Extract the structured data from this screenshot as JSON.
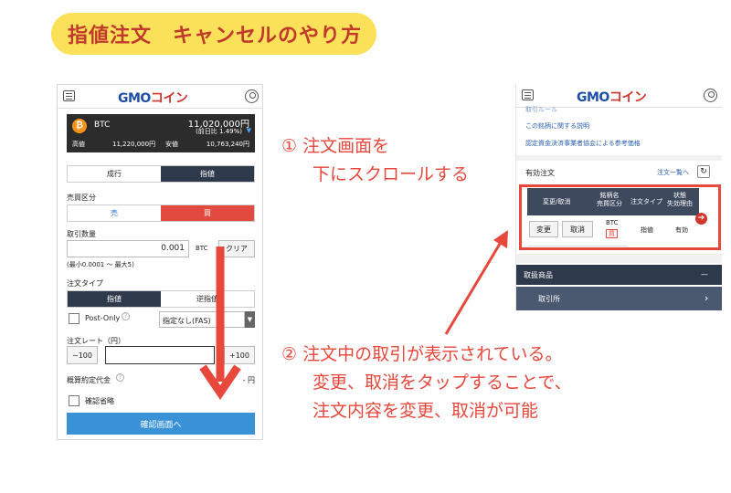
{
  "title": "指値注文　キャンセルのやり方",
  "left_phone": {
    "logo": "GMOコイン",
    "ticker": {
      "symbol": "BTC",
      "price": "11,020,000円",
      "change": "(前日比 1.49%)",
      "high_label": "高値",
      "high_value": "11,220,000円",
      "low_label": "安値",
      "low_value": "10,763,240円"
    },
    "order_type_tabs": [
      "成行",
      "指値"
    ],
    "side_label": "売買区分",
    "side_tabs": [
      "売",
      "買"
    ],
    "quantity_label": "取引数量",
    "quantity_value": "0.001",
    "quantity_unit": "BTC",
    "clear_label": "クリア",
    "quantity_hint": "(最小0.0001 ～ 最大5)",
    "order_kind_label": "注文タイプ",
    "order_kind_tabs": [
      "指値",
      "逆指値"
    ],
    "post_only_label": "Post-Only",
    "help_glyph": "?",
    "time_in_force_value": "指定なし(FAS)",
    "rate_label": "注文レート（円）",
    "rate_minus": "−100",
    "rate_plus": "+100",
    "margin_label": "概算約定代金",
    "margin_value": "- 円",
    "confirm_skip_label": "確認省略",
    "confirm_button": "確認画面へ"
  },
  "right_phone": {
    "logo": "GMOコイン",
    "cutoff_link": "取引ルール",
    "links": [
      "この銘柄に関する説明",
      "認定資金決済事業者協会による参考価格"
    ],
    "orders_title": "有効注文",
    "orders_link": "注文一覧へ",
    "table_headers": [
      "変更/取消",
      "銘柄名\n売買区分",
      "注文タイプ",
      "状態\n失効理由"
    ],
    "row": {
      "change_btn": "変更",
      "cancel_btn": "取消",
      "symbol": "BTC",
      "side": "買",
      "order_type": "指値",
      "status": "有効"
    },
    "menu_header": "取扱商品",
    "menu_collapse": "—",
    "menu_item": "取引所",
    "menu_chevron": "›"
  },
  "annotations": {
    "step1_line1": "①  注文画面を",
    "step1_line2": "下にスクロールする",
    "step2_line1": "②  注文中の取引が表示されている。",
    "step2_line2": "変更、取消をタップすることで、",
    "step2_line3": "注文内容を変更、取消が可能"
  },
  "colors": {
    "accent_red": "#e8473b",
    "pill_yellow": "#fbe15a",
    "buy_red": "#e24a3f",
    "navy": "#2e3a4c",
    "confirm_blue": "#3a92d6"
  }
}
